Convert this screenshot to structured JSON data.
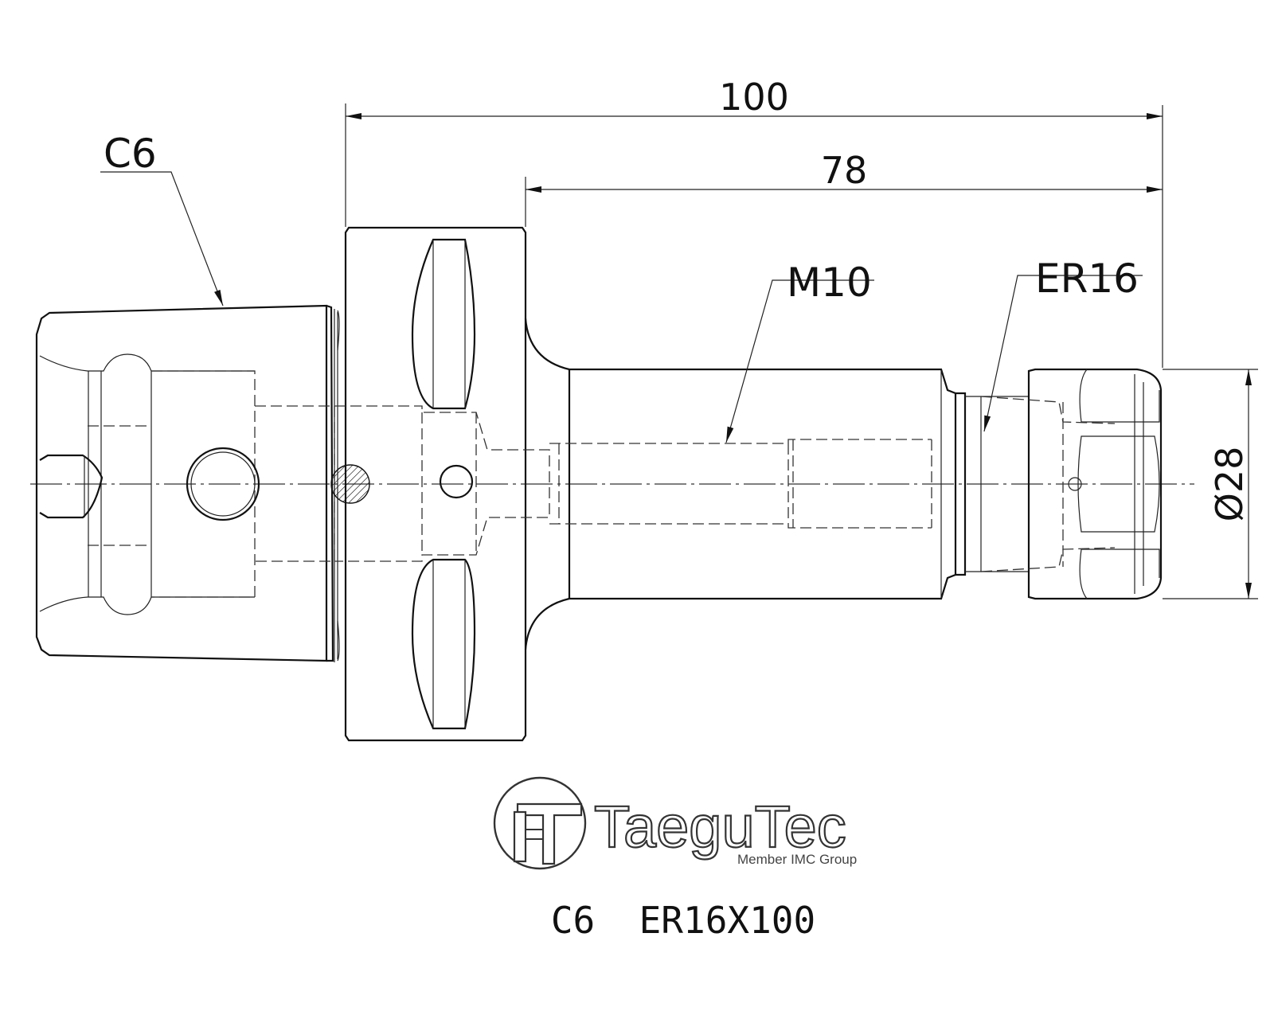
{
  "dimensions": {
    "overall_length": "100",
    "shank_length": "78",
    "diameter": "Ø28"
  },
  "callouts": {
    "shank_interface": "C6",
    "thread": "M10",
    "collet": "ER16"
  },
  "logo": {
    "brand": "TaeguTec",
    "tagline": "Member IMC Group"
  },
  "model": "C6  ER16X100",
  "icons": [
    "taegutec-logo-icon"
  ]
}
